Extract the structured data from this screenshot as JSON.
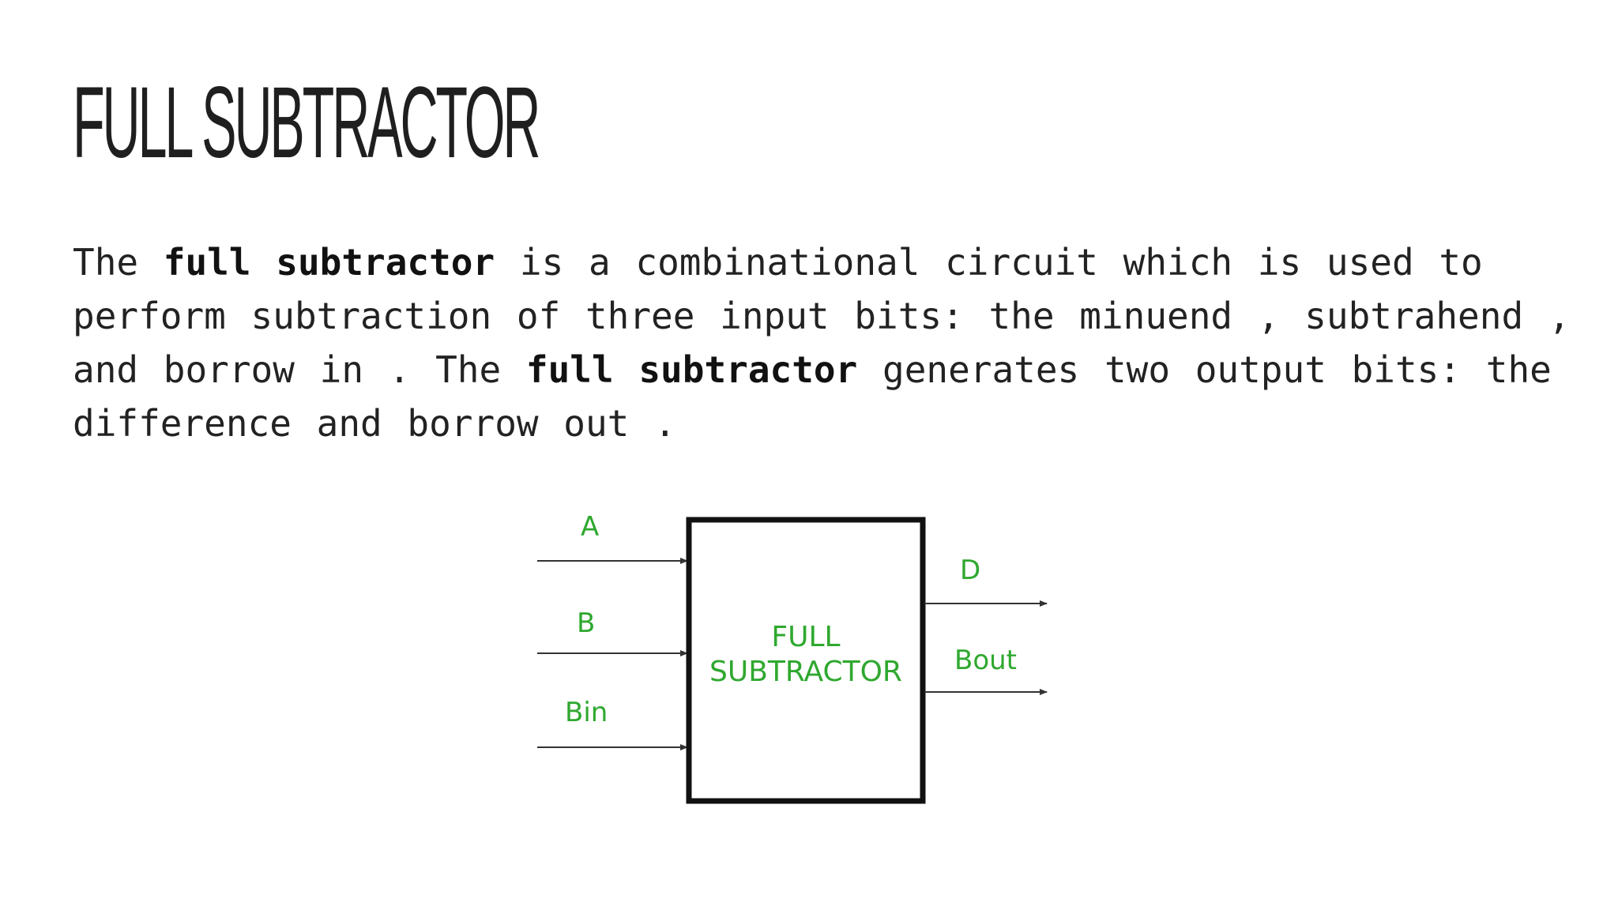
{
  "slide": {
    "title": "FULL SUBTRACTOR",
    "paragraph": {
      "t1": "The ",
      "b1": "full subtractor",
      "t2": " is a combinational circuit which is used to perform subtraction of three input bits: the minuend , subtrahend , and borrow in . The ",
      "b2": "full subtractor",
      "t3": " generates two output bits: the difference and borrow out ."
    }
  },
  "diagram": {
    "block_line1": "FULL",
    "block_line2": "SUBTRACTOR",
    "inputs": [
      "A",
      "B",
      "Bin"
    ],
    "outputs": [
      "D",
      "Bout"
    ],
    "label_color": "#2fa82f",
    "line_color": "#333333"
  }
}
